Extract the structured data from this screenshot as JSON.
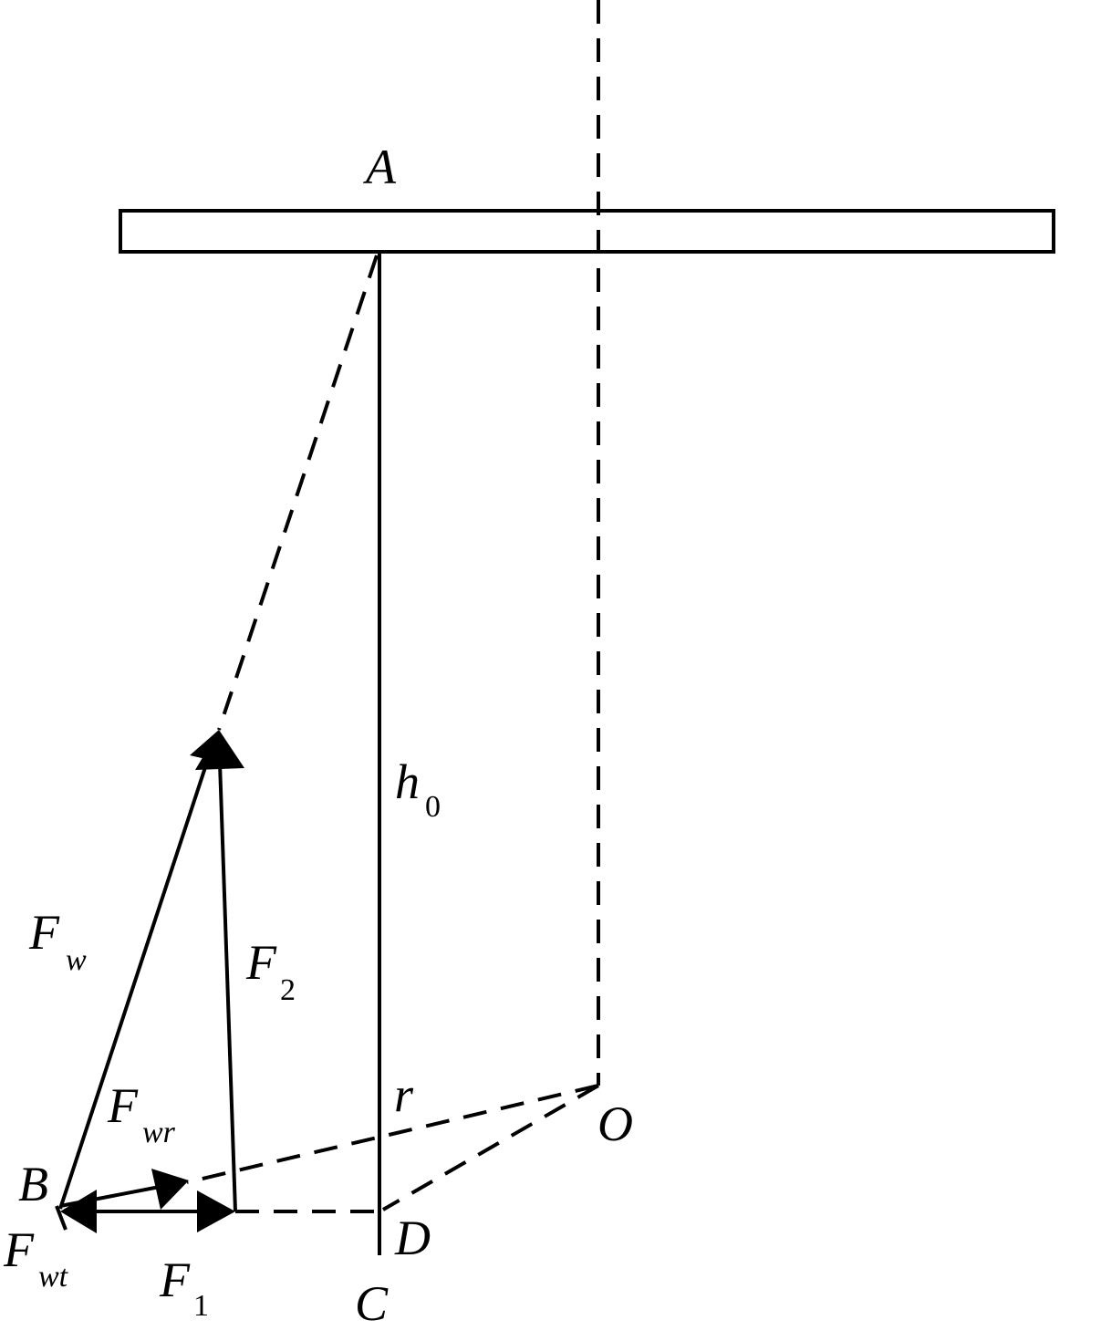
{
  "labels": {
    "A": "A",
    "B": "B",
    "C": "C",
    "D": "D",
    "O": "O",
    "r": "r",
    "h0_main": "h",
    "h0_sub": "0",
    "Fw_main": "F",
    "Fw_sub": "w",
    "F2_main": "F",
    "F2_sub": "2",
    "Fwr_main": "F",
    "Fwr_sub": "wr",
    "Fwt_main": "F",
    "Fwt_sub": "wt",
    "F1_main": "F",
    "F1_sub": "1"
  }
}
